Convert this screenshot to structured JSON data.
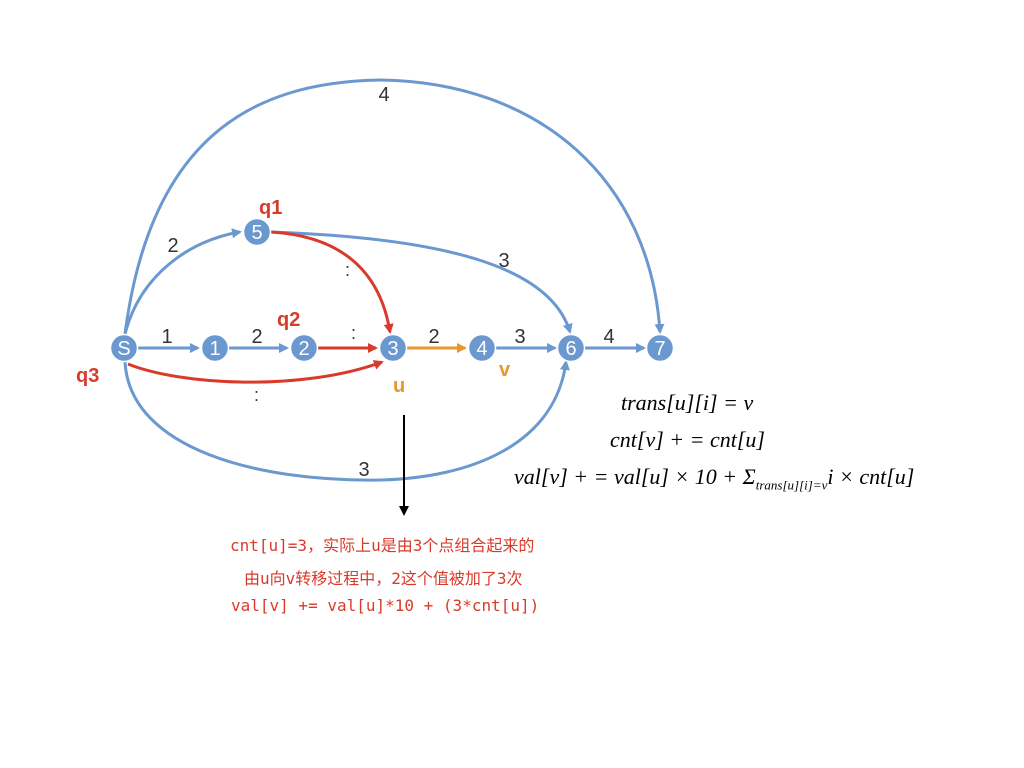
{
  "nodes": {
    "S": "S",
    "n1": "1",
    "n2": "2",
    "n3": "3",
    "n4": "4",
    "n5": "5",
    "n6": "6",
    "n7": "7"
  },
  "edge_weights": {
    "S_1": "1",
    "n1_2": "2",
    "n3_4": "2",
    "n4_6": "3",
    "n6_7": "4",
    "S_5": "2",
    "n5_6": "3",
    "S_7": "4",
    "S_6": "3"
  },
  "marks": {
    "q1": "q1",
    "q2": "q2",
    "q3": "q3",
    "u": "u",
    "v": "v",
    "dots_a": ":",
    "dots_b": ":",
    "dots_c": ":"
  },
  "formulas": {
    "line1": "trans[u][i] = v",
    "line2": "cnt[v] + = cnt[u]",
    "line3_main": "val[v] + = val[u] × 10 + Σ",
    "line3_sub": "trans[u][i]=v",
    "line3_tail": "i × cnt[u]"
  },
  "notes": {
    "line1": "cnt[u]=3，实际上u是由3个点组合起来的",
    "line2": "由u向v转移过程中，2这个值被加了3次",
    "line3": "val[v] += val[u]*10 + (3*cnt[u])"
  },
  "colors": {
    "node_fill": "#6a98cf",
    "edge_blue": "#6a98cf",
    "edge_red": "#d93b2b",
    "edge_orange": "#e8962f"
  }
}
